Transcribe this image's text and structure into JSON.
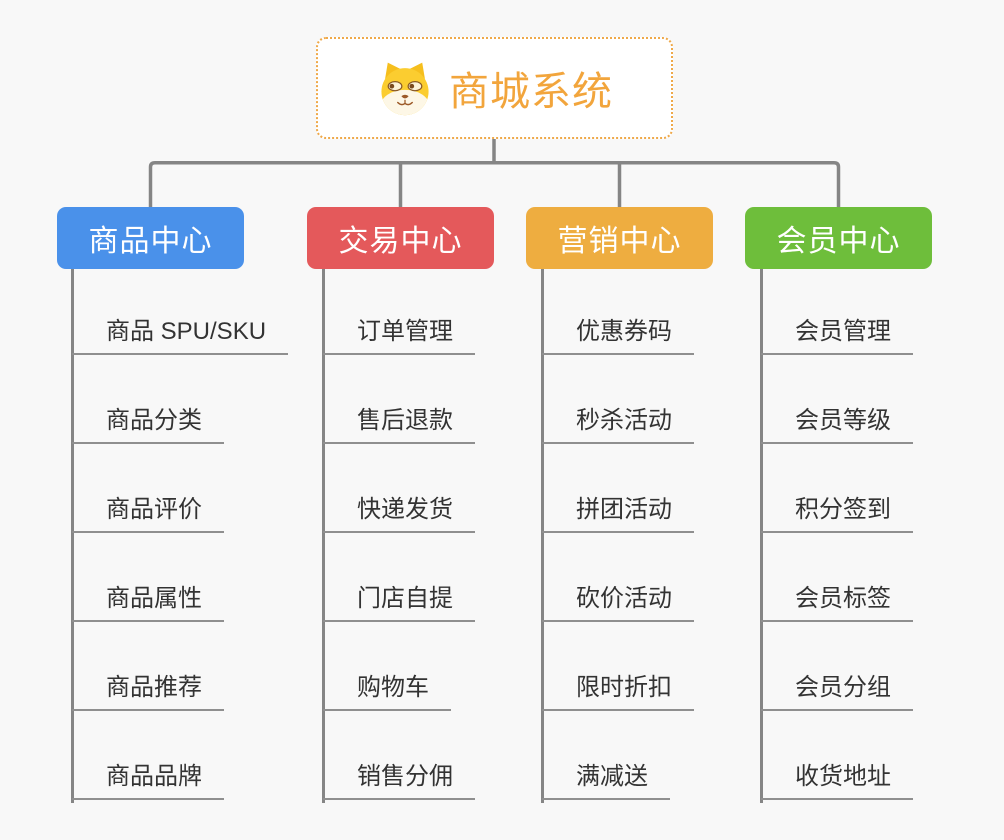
{
  "page": {
    "background_color": "#f8f8f8",
    "connector_color": "#858585",
    "underline_color": "#8f8f8f",
    "leaf_text_color": "#333333"
  },
  "root": {
    "title": "商城系统",
    "title_color": "#f2a53c",
    "border_color": "#efa94a",
    "icon": "doge-icon"
  },
  "branches": [
    {
      "label": "商品中心",
      "color": "#4a91ea",
      "items": [
        "商品 SPU/SKU",
        "商品分类",
        "商品评价",
        "商品属性",
        "商品推荐",
        "商品品牌"
      ]
    },
    {
      "label": "交易中心",
      "color": "#e4595b",
      "items": [
        "订单管理",
        "售后退款",
        "快递发货",
        "门店自提",
        "购物车",
        "销售分佣"
      ]
    },
    {
      "label": "营销中心",
      "color": "#eead40",
      "items": [
        "优惠券码",
        "秒杀活动",
        "拼团活动",
        "砍价活动",
        "限时折扣",
        "满减送"
      ]
    },
    {
      "label": "会员中心",
      "color": "#6ebe3b",
      "items": [
        "会员管理",
        "会员等级",
        "积分签到",
        "会员标签",
        "会员分组",
        "收货地址"
      ]
    }
  ]
}
